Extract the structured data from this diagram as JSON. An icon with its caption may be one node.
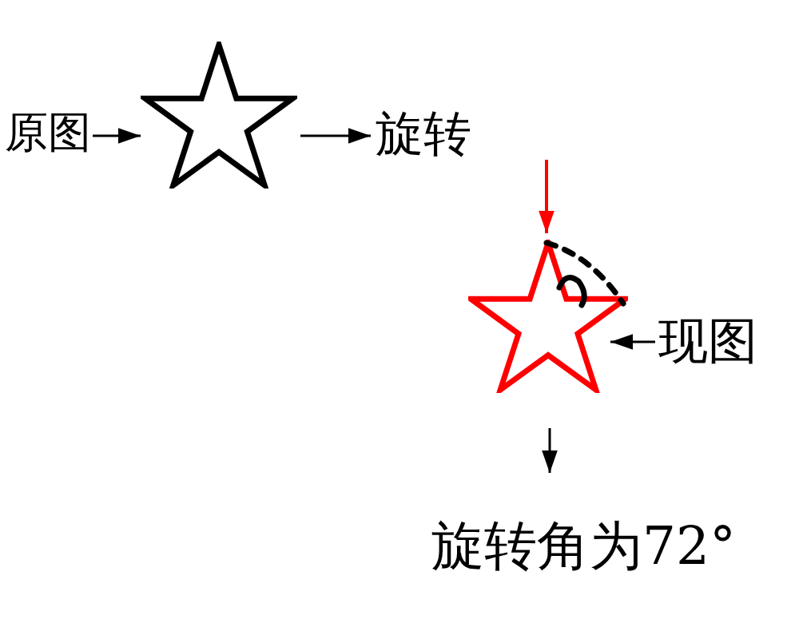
{
  "diagram": {
    "nodes": [
      {
        "text": [
          "原图"
        ]
      },
      {
        "text": [],
        "shape": "star"
      },
      {
        "text": [
          "旋转"
        ]
      },
      {
        "text": [],
        "shape": "star"
      },
      {
        "text": [
          "现图"
        ]
      },
      {
        "text": [
          "旋转角为72°"
        ]
      }
    ],
    "edges": [
      {
        "from": 0,
        "to": 1,
        "arrow": "to"
      },
      {
        "from": 1,
        "to": 2,
        "arrow": "to"
      },
      {
        "from": 2,
        "to": 3,
        "arrow": "to",
        "color": "#ff0000"
      },
      {
        "from": 4,
        "to": 3,
        "arrow": "to"
      },
      {
        "from": 3,
        "to": 5,
        "arrow": "to"
      }
    ]
  }
}
